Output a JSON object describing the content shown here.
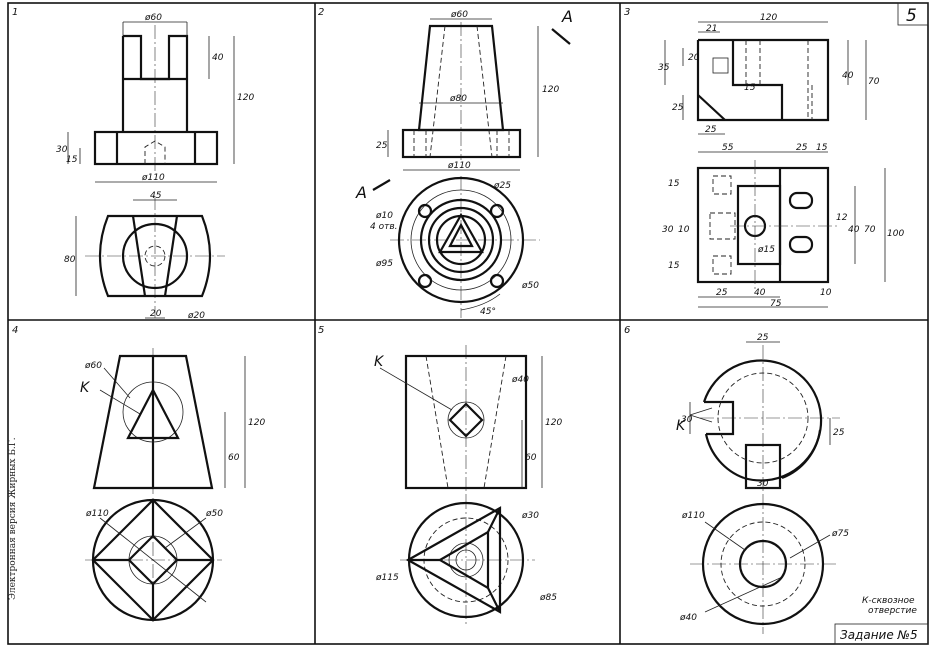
{
  "panels": {
    "p1": {
      "number": "1",
      "dims": [
        "ø60",
        "40",
        "120",
        "30",
        "15",
        "ø110",
        "45",
        "80",
        "20",
        "ø20"
      ]
    },
    "p2": {
      "number": "2",
      "section_letter_top": "A",
      "section_letter_left": "A",
      "dims": [
        "ø60",
        "120",
        "ø80",
        "25",
        "ø110",
        "ø25",
        "ø10",
        "4 отв.",
        "ø95",
        "ø50",
        "45°"
      ]
    },
    "p3": {
      "number": "3",
      "dims": [
        "120",
        "21",
        "20",
        "35",
        "15",
        "40",
        "70",
        "25",
        "25",
        "55",
        "25",
        "15",
        "15",
        "30",
        "10",
        "12",
        "40",
        "70",
        "100",
        "ø15",
        "15",
        "25",
        "40",
        "10",
        "75"
      ]
    },
    "p4": {
      "number": "4",
      "label_k": "K",
      "dims": [
        "ø60",
        "120",
        "60",
        "ø110",
        "ø50"
      ]
    },
    "p5": {
      "number": "5",
      "label_k": "K",
      "dims": [
        "ø40",
        "120",
        "60",
        "ø30",
        "ø115",
        "ø85"
      ]
    },
    "p6": {
      "number": "6",
      "label_k": "K",
      "dims": [
        "25",
        "30",
        "25",
        "30",
        "ø110",
        "ø75",
        "ø40"
      ],
      "note_line1": "К-сквозное",
      "note_line2": "отверстие"
    }
  },
  "variant_number": "5",
  "task_title": "Задание №5",
  "side_text": "Электронная версия Жирных Б.Г."
}
